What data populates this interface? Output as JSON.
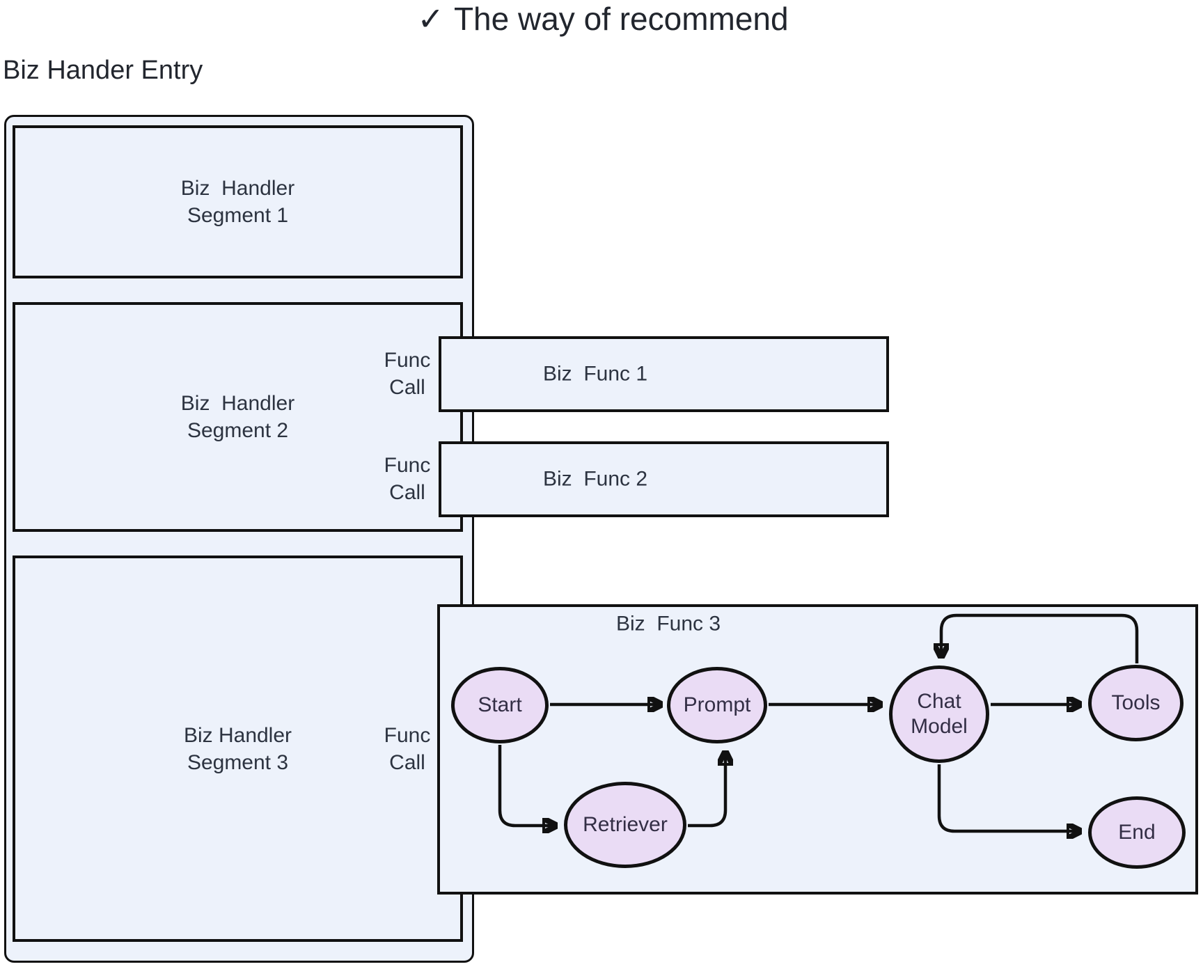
{
  "title": {
    "check": "✓",
    "text": "The way of recommend"
  },
  "entry_label": "Biz Hander Entry",
  "colors": {
    "box_fill": "#EDF2FB",
    "node_fill": "#EADCF5",
    "line": "#111111",
    "text": "#2C3340",
    "node_text": "#332E45",
    "title_text": "#22262E",
    "background": "#FFFFFF"
  },
  "segments": [
    {
      "label": "Biz  Handler\nSegment 1"
    },
    {
      "label": "Biz  Handler\nSegment 2"
    },
    {
      "label": "Biz Handler\nSegment 3"
    }
  ],
  "func_call_labels": [
    "Func\nCall",
    "Func\nCall",
    "Func\nCall"
  ],
  "biz_funcs": [
    {
      "label": "Biz  Func 1"
    },
    {
      "label": "Biz  Func 2"
    },
    {
      "label": "Biz  Func 3"
    }
  ],
  "flow": {
    "nodes": [
      {
        "label": "Start"
      },
      {
        "label": "Retriever"
      },
      {
        "label": "Prompt"
      },
      {
        "label": "Chat\nModel"
      },
      {
        "label": "Tools"
      },
      {
        "label": "End"
      }
    ]
  }
}
